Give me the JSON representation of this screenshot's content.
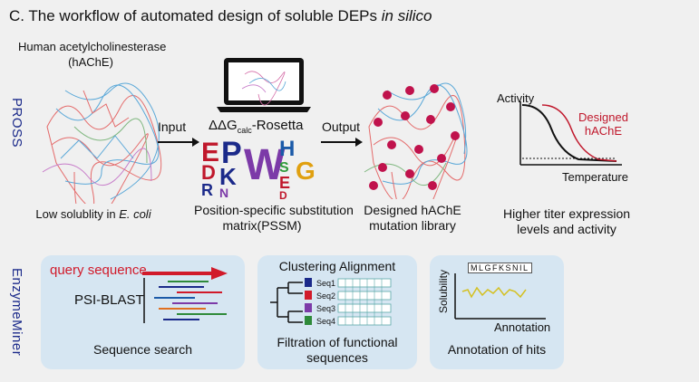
{
  "title": {
    "main": "C. The workflow of automated design of soluble DEPs ",
    "italic": "in silico"
  },
  "pross": {
    "side_label": "PROSS",
    "protein_label_line1": "Human acetylcholinesterase",
    "protein_label_line2": "(hAChE)",
    "low_solubility_prefix": "Low solublity in ",
    "low_solubility_italic": "E. coli",
    "input_label": "Input",
    "rosetta_label": "ΔΔG",
    "rosetta_sub": "calc",
    "rosetta_suffix": "-Rosetta",
    "pssm_line1": "Position-specific substitution",
    "pssm_line2": "matrix(PSSM)",
    "output_label": "Output",
    "designed_line1": "Designed hAChE",
    "designed_line2": "mutation library",
    "result_line1": "Higher titer expression",
    "result_line2": "levels and activity",
    "plot": {
      "ylabel": "Activity",
      "xlabel": "Temperature",
      "legend_line1": "Designed",
      "legend_line2": "hAChE",
      "designed_color": "#c0182c",
      "native_color": "#111111"
    }
  },
  "enzymeminer": {
    "side_label": "EnzymeMiner",
    "search": {
      "query": "query sequence",
      "tool": "PSI-BLAST",
      "caption": "Sequence search"
    },
    "filtration": {
      "header": "Clustering Alignment",
      "seqs": [
        "Seq1",
        "Seq2",
        "Seq3",
        "Seq4"
      ],
      "caption_line1": "Filtration of functional",
      "caption_line2": "sequences"
    },
    "annotation": {
      "ylabel": "Solubility",
      "xlabel": "Annotation",
      "seq_letters": "MLGFKSNIL",
      "caption": "Annotation of hits"
    }
  },
  "colors": {
    "panel": "#f0f0f0",
    "box": "#d6e6f2",
    "side": "#1b2a8a",
    "query": "#d11a2a",
    "pross_dot": "#c0124c"
  }
}
